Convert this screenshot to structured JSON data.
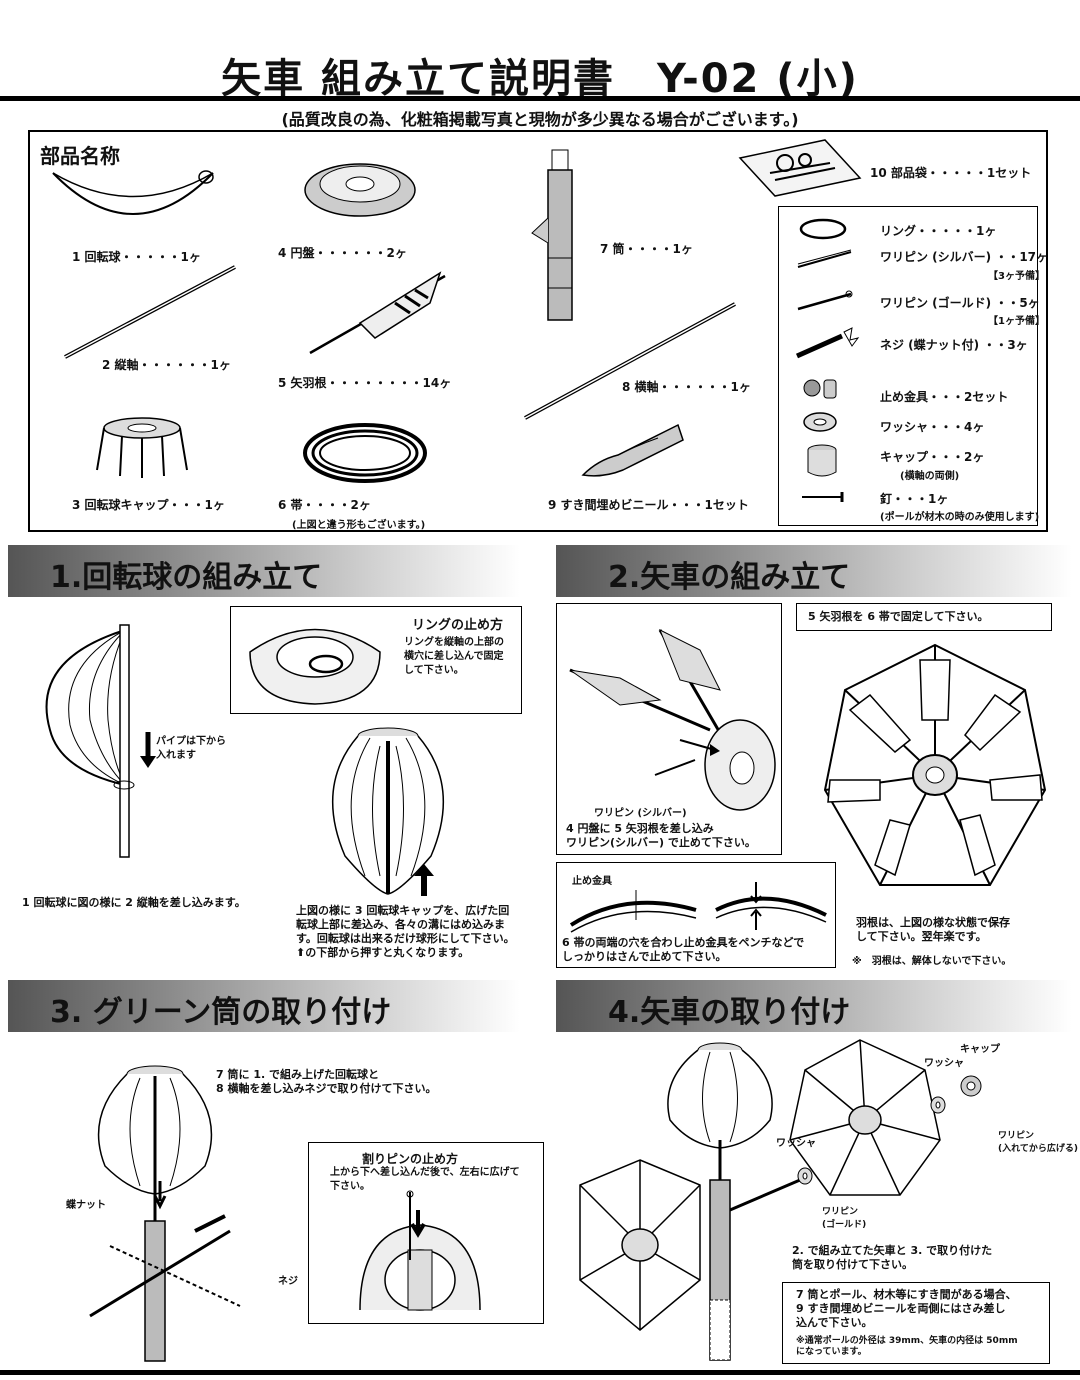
{
  "header": {
    "title": "矢車 組み立て説明書　Y-02 (小)",
    "note": "(品質改良の為、化粧箱掲載写真と現物が多少異なる場合がございます。)"
  },
  "parts": {
    "heading": "部品名称",
    "items": [
      "1 回転球・・・・・1ヶ",
      "2 縦軸・・・・・・1ヶ",
      "3 回転球キャップ・・・1ヶ",
      "4 円盤・・・・・・2ヶ",
      "5 矢羽根・・・・・・・・14ヶ",
      "6 帯・・・・2ヶ",
      "7 筒・・・・1ヶ",
      "8 横軸・・・・・・1ヶ",
      "9 すき間埋めビニール・・・1セット",
      "10 部品袋・・・・・1セット"
    ],
    "obi_note": "(上図と違う形もございます。)",
    "bag_items": [
      "リング・・・・・1ヶ",
      "ワリピン (シルバー) ・・17ヶ",
      "【3ヶ予備】",
      "ワリピン (ゴールド) ・・5ヶ",
      "【1ヶ予備】",
      "ネジ (蝶ナット付) ・・3ヶ",
      "止め金具・・・2セット",
      "ワッシャ・・・4ヶ",
      "キャップ・・・2ヶ",
      "(横軸の両側)",
      "釘・・・1ヶ",
      "(ポールが材木の時のみ使用します)"
    ]
  },
  "section1": {
    "title": "1.回転球の組み立て",
    "pipe_note": "パイプは下から\n入れます",
    "ring_box_title": "リングの止め方",
    "ring_box_text": "リングを縦軸の上部の\n横穴に差し込んで固定\nして下さい。",
    "step_text": "1 回転球に図の様に 2 縦軸を差し込みます。",
    "cap_text": "上図の様に 3 回転球キャップを、広げた回\n転球上部に差込み、各々の溝にはめ込みま\nす。回転球は出来るだけ球形にして下さい。\n⬆の下部から押すと丸くなります。"
  },
  "section2": {
    "title": "2.矢車の組み立て",
    "fix_note": "5 矢羽根を 6 帯で固定して下さい。",
    "waripin_label": "ワリピン (シルバー)",
    "disk_text": "4 円盤に 5 矢羽根を差し込み\nワリピン(シルバー) で止めて下さい。",
    "clip_label": "止め金具",
    "obi_text": "6 帯の両端の穴を合わし止め金具をペンチなどで\nしっかりはさんで止めて下さい。",
    "store_text": "羽根は、上図の様な状態で保存\nして下さい。翌年楽です。",
    "store_note": "※　羽根は、解体しないで下さい。"
  },
  "section3": {
    "title": "3. グリーン筒の取り付け",
    "text": "7 筒に 1. で組み上げた回転球と\n8 横軸を差し込みネジで取り付けて下さい。",
    "butterfly_label": "蝶ナット",
    "screw_label": "ネジ",
    "pin_box_title": "割りピンの止め方",
    "pin_box_text": "上から下へ差し込んだ後で、左右に広げて\n下さい。"
  },
  "section4": {
    "title": "4.矢車の取り付け",
    "cap_label": "キャップ",
    "washer_label": "ワッシャ",
    "washer_label2": "ワッシャ",
    "waripin_label": "ワリピン\n(入れてから広げる)",
    "waripin_gold_label": "ワリピン\n(ゴールド)",
    "attach_text": "2. で組み立てた矢車と 3. で取り付けた\n筒を取り付けて下さい。",
    "gap_text": "7 筒とポール、材木等にすき間がある場合、\n9 すき間埋めビニールを両側にはさみ差し\n込んで下さい。",
    "gap_note": "※通常ポールの外径は 39mm、矢車の内径は 50mm\nになっています。"
  }
}
